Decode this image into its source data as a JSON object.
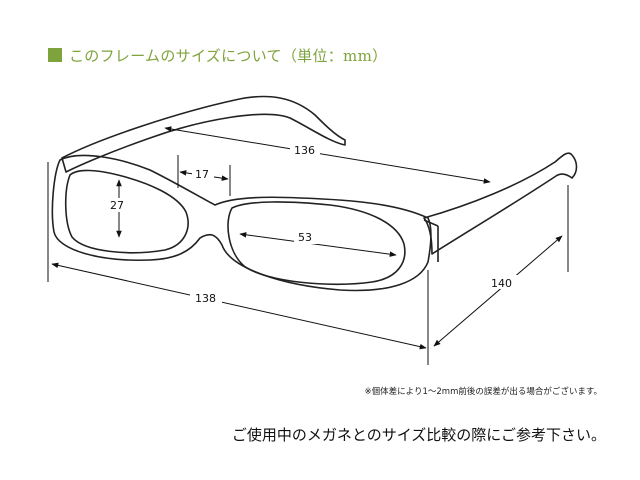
{
  "header": {
    "title": "このフレームのサイズについて（単位：mm）",
    "accent_color": "#7fa33c"
  },
  "dimensions": {
    "temple_length": "136",
    "bridge_width": "17",
    "lens_height": "27",
    "lens_width": "53",
    "frame_width": "138",
    "total_length": "140"
  },
  "note": "※個体差により1～2mm前後の誤差が出る場合がございます。",
  "footer": "ご使用中のメガネとのサイズ比較の際にご参考下さい。"
}
